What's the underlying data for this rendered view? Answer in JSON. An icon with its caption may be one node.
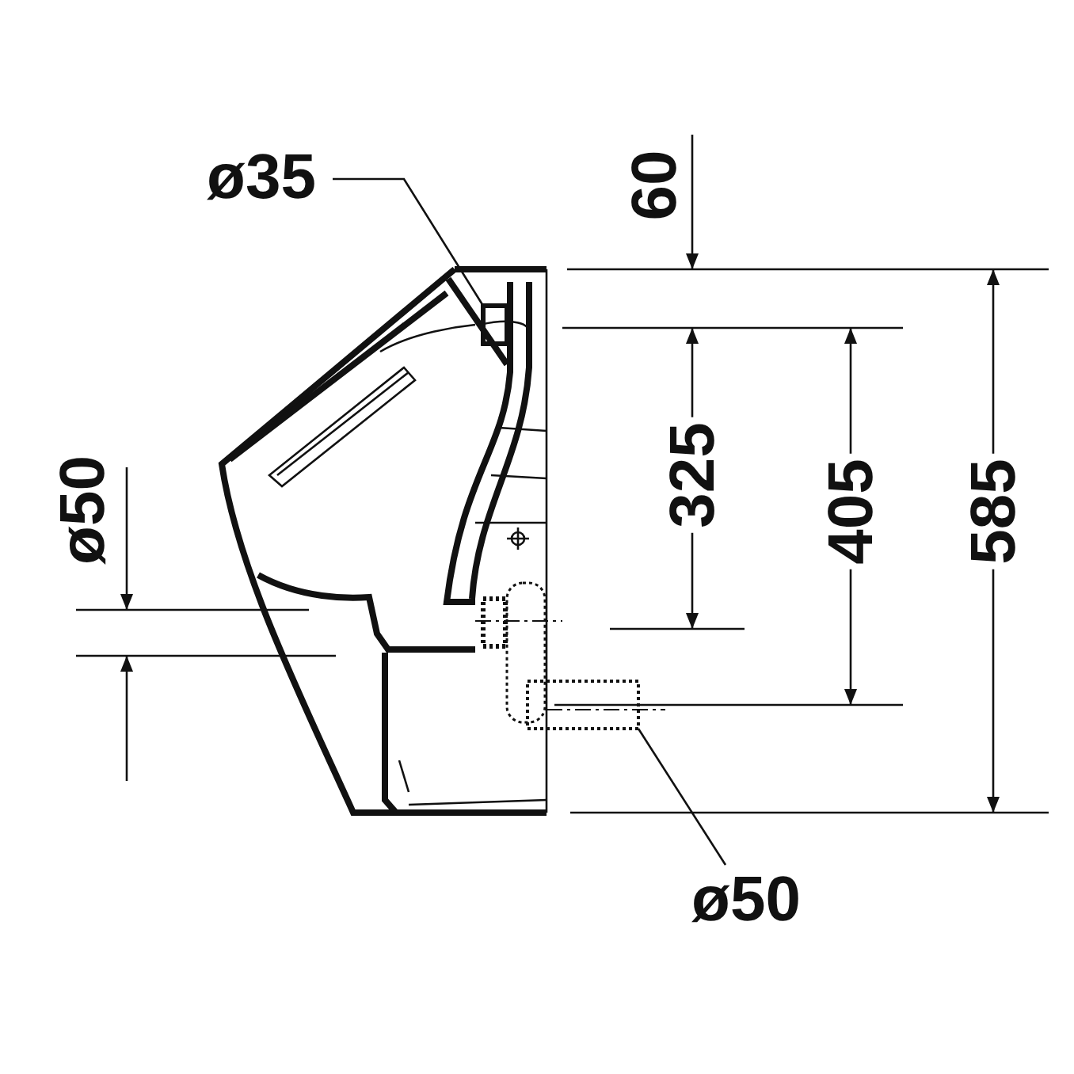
{
  "diagram": {
    "nodes": [
      {
        "text": [
          "ø35"
        ]
      },
      {
        "text": [],
        "shape": "box"
      },
      {
        "text": [
          "ø50"
        ]
      },
      {
        "text": [],
        "shape": "box"
      }
    ],
    "edges": [
      {
        "from": 0,
        "to": 1,
        "arrow": "none"
      },
      {
        "from": 2,
        "to": 3,
        "arrow": "none"
      }
    ],
    "labels": [
      "60",
      "325",
      "405",
      "585",
      "ø50"
    ]
  }
}
